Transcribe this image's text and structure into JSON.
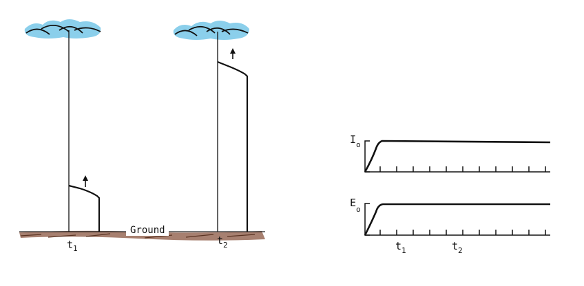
{
  "ground_label": "Ground",
  "stroke_panels": [
    {
      "time_label": "t",
      "time_sub": "1"
    },
    {
      "time_label": "t",
      "time_sub": "2"
    }
  ],
  "graphs": [
    {
      "axis_label": "I",
      "axis_sub": "o"
    },
    {
      "axis_label": "E",
      "axis_sub": "o"
    }
  ],
  "time_axis_marks": [
    {
      "label": "t",
      "sub": "1"
    },
    {
      "label": "t",
      "sub": "2"
    }
  ],
  "colors": {
    "cloud": "#6ec3e6",
    "ground": "#8a5540",
    "ink": "#111111"
  }
}
